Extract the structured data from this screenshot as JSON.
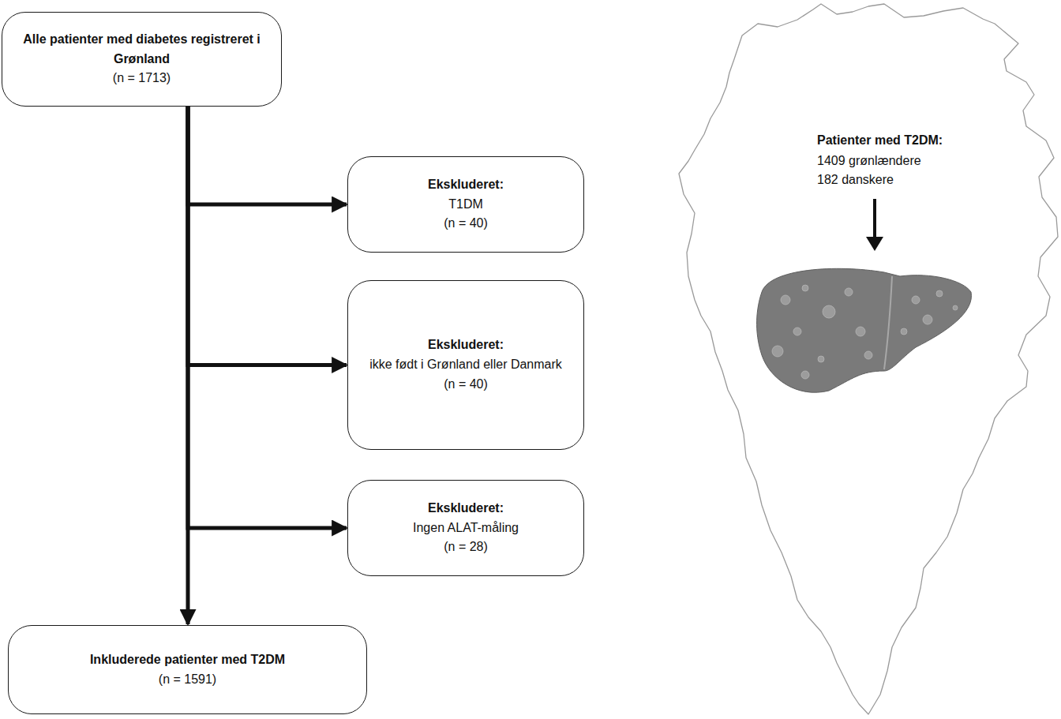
{
  "diagram": {
    "nodes": [
      {
        "text": [
          "Alle patienter med diabetes registreret i Grønland",
          "(n = 1713)"
        ]
      },
      {
        "text": [
          "Ekskluderet:",
          "T1DM",
          "(n = 40)"
        ]
      },
      {
        "text": [
          "Ekskluderet:",
          "ikke født i Grønland eller Danmark",
          "(n = 40)"
        ]
      },
      {
        "text": [
          "Ekskluderet:",
          "Ingen ALAT-måling",
          "(n = 28)"
        ]
      },
      {
        "text": [
          "Inkluderede patienter med T2DM",
          "(n = 1591)"
        ]
      }
    ],
    "edges": [
      {
        "from": 0,
        "to": 1,
        "arrow": "to"
      },
      {
        "from": 0,
        "to": 2,
        "arrow": "to"
      },
      {
        "from": 0,
        "to": 3,
        "arrow": "to"
      },
      {
        "from": 0,
        "to": 4,
        "arrow": "to"
      }
    ],
    "labels": [
      "Patienter med T2DM:",
      "1409 grønlændere",
      "182 danskere"
    ]
  }
}
